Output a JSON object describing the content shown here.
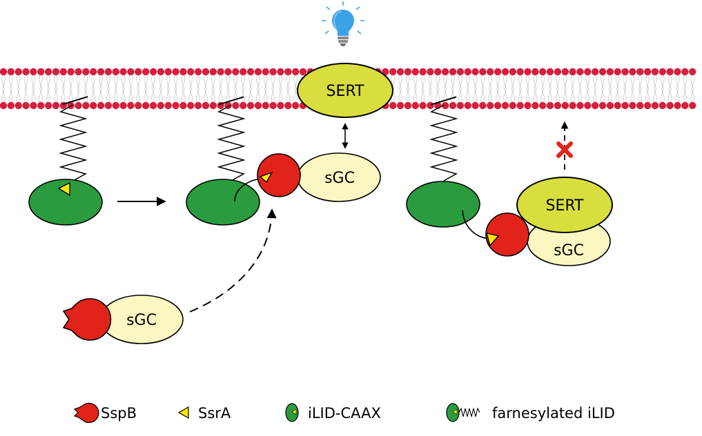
{
  "labels": {
    "sert_membrane": "SERT",
    "sgc_center": "sGC",
    "sgc_free": "sGC",
    "sert_bound": "SERT",
    "sgc_bound": "sGC"
  },
  "legend": [
    {
      "label": "SspB",
      "icon": "sspb-icon"
    },
    {
      "label": "SsrA",
      "icon": "ssra-icon"
    },
    {
      "label": "iLID-CAAX",
      "icon": "ilid-caax-icon"
    },
    {
      "label": "farnesylated iLID",
      "icon": "farnesylated-ilid-icon"
    }
  ],
  "colors": {
    "lipid_head": "#d51f3c",
    "ilid_green": "#2a9b3f",
    "sspb_red": "#e2231a",
    "ssra_yellow": "#ffe800",
    "sert_fill": "#d8de3e",
    "sgc_fill": "#fbf7c3",
    "bulb_blue": "#3aa2e6",
    "cross_red": "#e2231a"
  }
}
